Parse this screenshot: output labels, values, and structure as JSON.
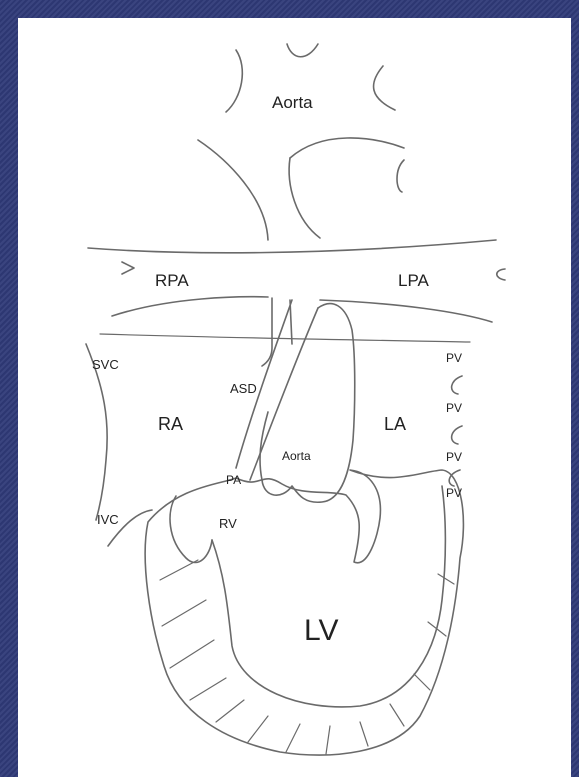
{
  "slide": {
    "background_color": "#2f3a78",
    "panel_color": "#ffffff"
  },
  "diagram": {
    "labels": {
      "aorta_top": "Aorta",
      "rpa": "RPA",
      "lpa": "LPA",
      "svc": "SVC",
      "asd": "ASD",
      "ra": "RA",
      "la": "LA",
      "aorta_mid": "Aorta",
      "pa": "PA",
      "rv": "RV",
      "ivc": "IVC",
      "lv": "LV",
      "pv_1": "PV",
      "pv_2": "PV",
      "pv_3": "PV",
      "pv_4": "PV"
    }
  }
}
